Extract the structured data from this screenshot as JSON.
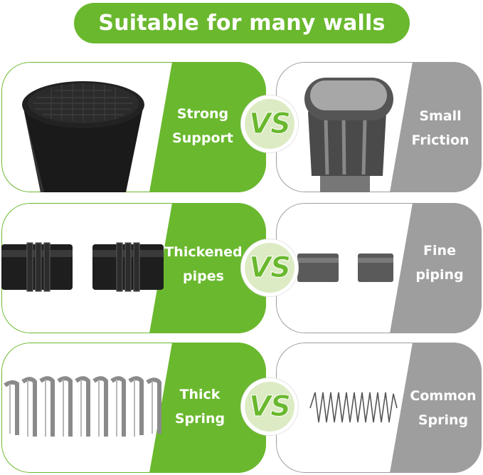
{
  "title": "Suitable for many walls",
  "vs_label": "VS",
  "colors": {
    "green": "#6ab82e",
    "gray": "#9e9e9e"
  },
  "rows": [
    {
      "left": {
        "line1": "Strong",
        "line2": "Support"
      },
      "right": {
        "line1": "Small",
        "line2": "Friction"
      }
    },
    {
      "left": {
        "line1": "Thickened",
        "line2": "pipes"
      },
      "right": {
        "line1": "Fine",
        "line2": "piping"
      }
    },
    {
      "left": {
        "line1": "Thick",
        "line2": "Spring"
      },
      "right": {
        "line1": "Common",
        "line2": "Spring"
      }
    }
  ]
}
